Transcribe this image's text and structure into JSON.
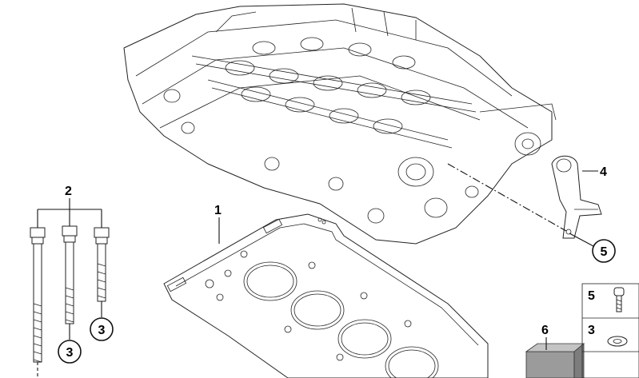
{
  "callouts": {
    "c1": "1",
    "c2": "2",
    "c3a": "3",
    "c3b": "3",
    "c4": "4",
    "c5": "5",
    "c6": "6"
  },
  "legend": {
    "row1_number": "5",
    "row2_number": "3"
  },
  "icons": {
    "cylinder_head": "cylinder-head-drawing",
    "gasket": "head-gasket-drawing",
    "bolts": "cylinder-head-bolt-drawing",
    "bracket": "bracket-drawing",
    "kit_box": "gasket-kit-box-drawing",
    "screw": "screw-icon",
    "washer": "washer-icon"
  }
}
